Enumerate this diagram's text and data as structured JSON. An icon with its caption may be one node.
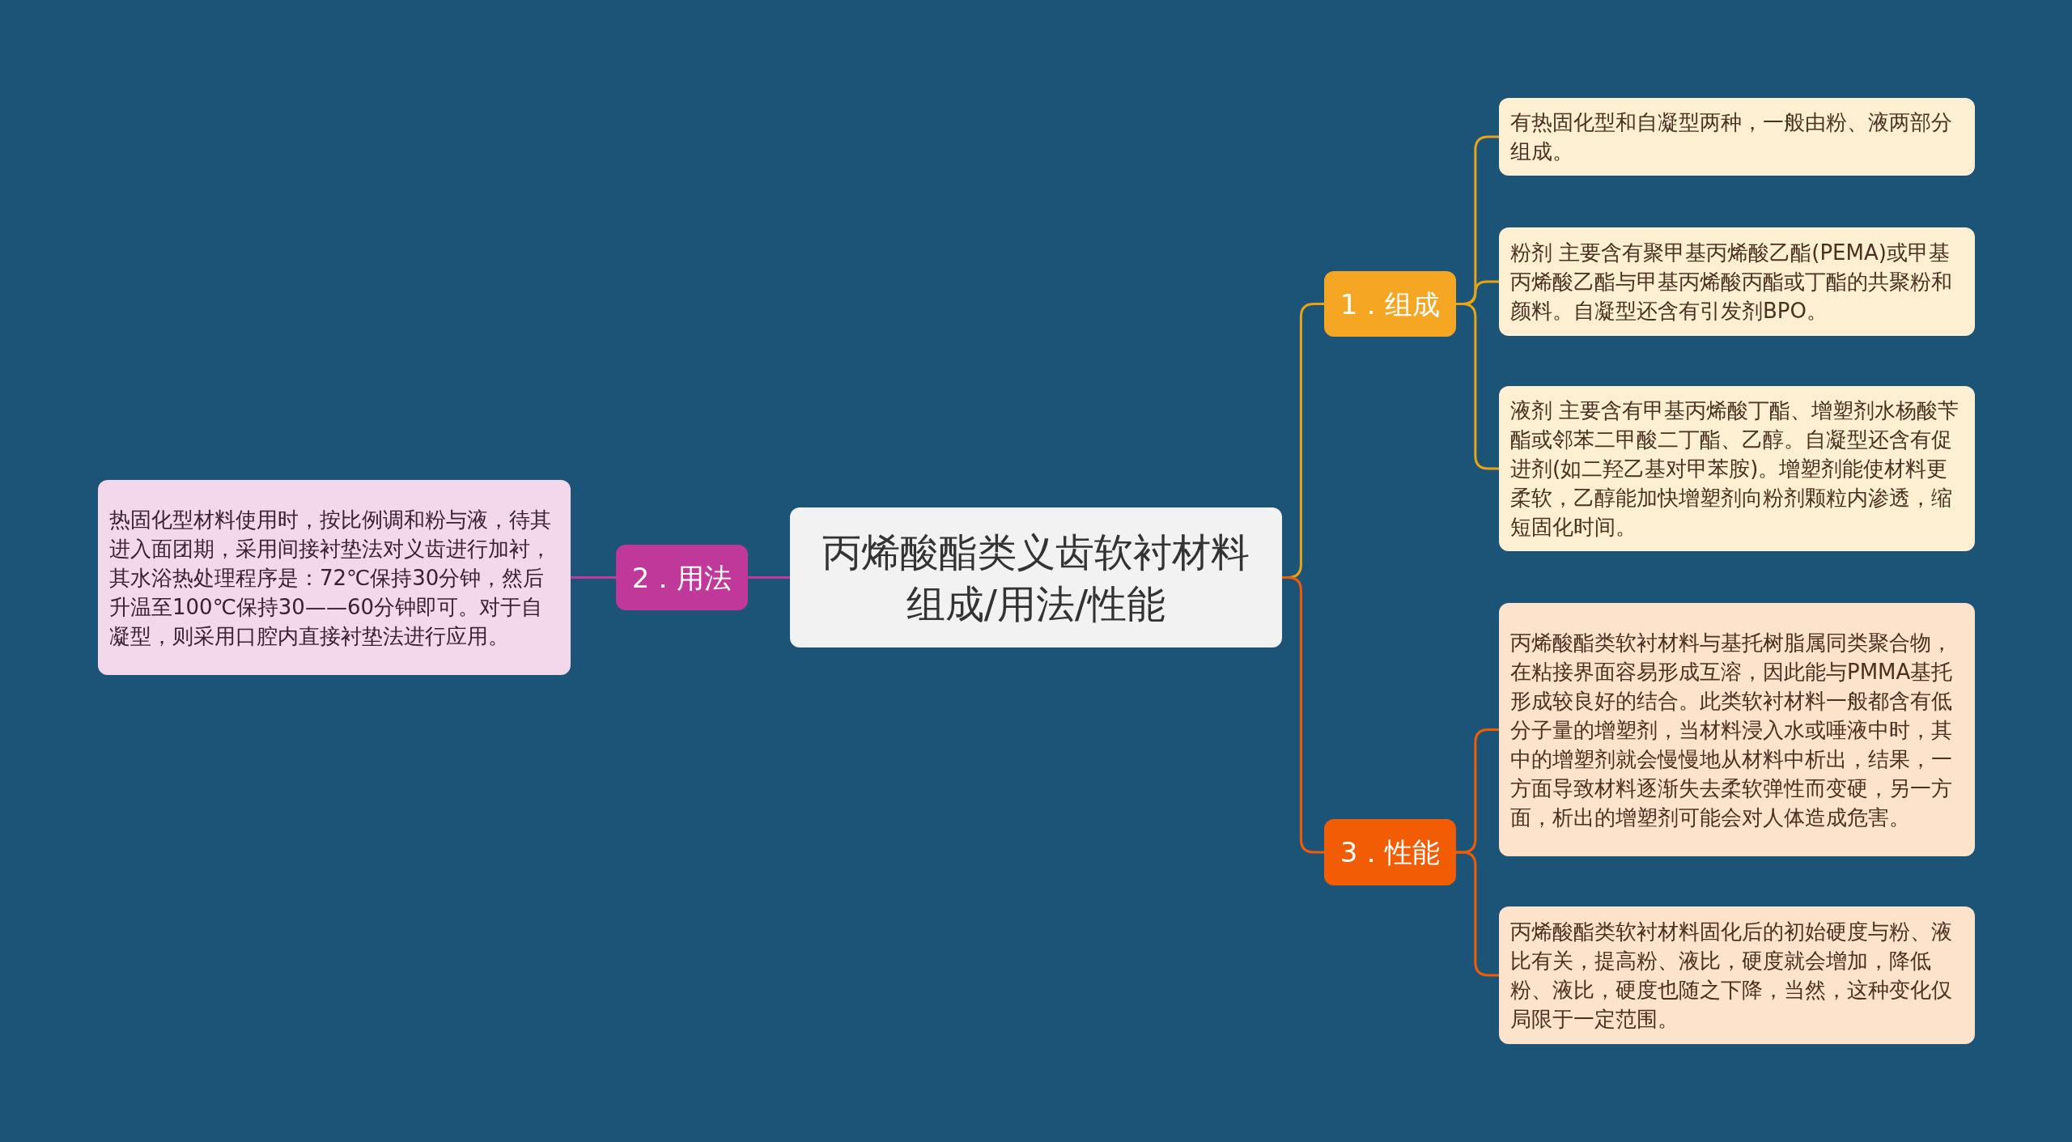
{
  "diagram": {
    "nodes": [
      {
        "text": [
          "丙烯酸酯类义齿软衬材料组成/用法/性能"
        ]
      },
      {
        "text": [
          "1．组成"
        ]
      },
      {
        "text": [
          "有热固化型和自凝型两种，一般由粉、液两部分组成。"
        ]
      },
      {
        "text": [
          "粉剂 主要含有聚甲基丙烯酸乙酯(PEMA)或甲基丙烯酸乙酯与甲基丙烯酸丙酯或丁酯的共聚粉和颜料。自凝型还含有引发剂BPO。"
        ]
      },
      {
        "text": [
          "液剂 主要含有甲基丙烯酸丁酯、增塑剂水杨酸苄酯或邻苯二甲酸二丁酯、乙醇。自凝型还含有促进剂(如二羟乙基对甲苯胺)。增塑剂能使材料更柔软，乙醇能加快增塑剂向粉剂颗粒内渗透，缩短固化时间。"
        ]
      },
      {
        "text": [
          "2．用法"
        ]
      },
      {
        "text": [
          "热固化型材料使用时，按比例调和粉与液，待其进入面团期，采用间接衬垫法对义齿进行加衬，其水浴热处理程序是：72℃保持30分钟，然后升温至100℃保持30——60分钟即可。对于自凝型，则采用口腔内直接衬垫法进行应用。"
        ]
      },
      {
        "text": [
          "3．性能"
        ]
      },
      {
        "text": [
          "丙烯酸酯类软衬材料与基托树脂属同类聚合物，在粘接界面容易形成互溶，因此能与PMMA基托形成较良好的结合。此类软衬材料一般都含有低分子量的增塑剂，当材料浸入水或唾液中时，其中的增塑剂就会慢慢地从材料中析出，结果，一方面导致材料逐渐失去柔软弹性而变硬，另一方面，析出的增塑剂可能会对人体造成危害。"
        ]
      },
      {
        "text": [
          "丙烯酸酯类软衬材料固化后的初始硬度与粉、液比有关，提高粉、液比，硬度就会增加，降低粉、液比，硬度也随之下降，当然，这种变化仅局限于一定范围。"
        ]
      }
    ],
    "edges": [
      {
        "from": 0,
        "to": 1,
        "arrow": "none"
      },
      {
        "from": 1,
        "to": 2,
        "arrow": "none"
      },
      {
        "from": 1,
        "to": 3,
        "arrow": "none"
      },
      {
        "from": 1,
        "to": 4,
        "arrow": "none"
      },
      {
        "from": 0,
        "to": 5,
        "arrow": "none",
        "color": "#c0399a"
      },
      {
        "from": 5,
        "to": 6,
        "arrow": "none",
        "color": "#c0399a"
      },
      {
        "from": 0,
        "to": 7,
        "arrow": "none",
        "color": "#f25c05"
      },
      {
        "from": 7,
        "to": 8,
        "arrow": "none",
        "color": "#f25c05"
      },
      {
        "from": 7,
        "to": 9,
        "arrow": "none",
        "color": "#f25c05"
      }
    ]
  }
}
